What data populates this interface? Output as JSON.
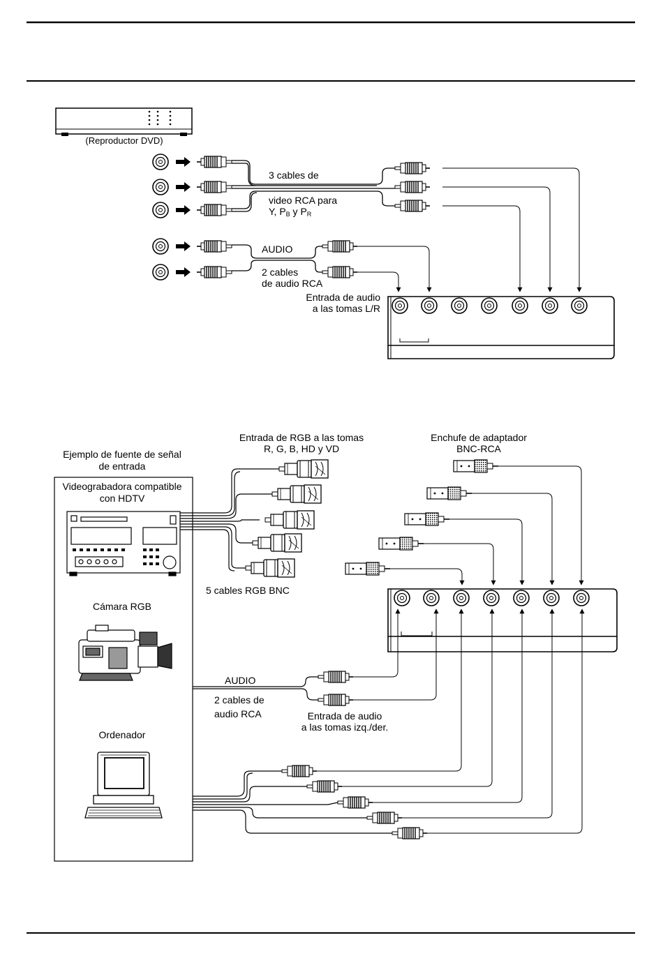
{
  "dvd_section": {
    "device_label": "(Reproductor DVD)",
    "video_cables_line1": "3 cables de",
    "video_cables_line2": "video RCA para",
    "video_cables_line3_y": "Y, P",
    "sub_b": "B",
    "mid_y": " y P",
    "sub_r": "R",
    "audio_label": "AUDIO",
    "audio_cables_line1": "2 cables",
    "audio_cables_line2": "de audio RCA",
    "audio_input_line1": "Entrada de audio",
    "audio_input_line2": "a las tomas L/R"
  },
  "rgb_section": {
    "rgb_input_line1": "Entrada de RGB a las tomas",
    "rgb_input_line2": "R, G, B, HD y VD",
    "adapter_line1": "Enchufe de adaptador",
    "adapter_line2": "BNC-RCA",
    "source_example_line1": "Ejemplo de fuente de señal",
    "source_example_line2": "de entrada",
    "vcr_line1": "Videograbadora compatible",
    "vcr_line2": "con HDTV",
    "bnc_cables": "5 cables RGB BNC",
    "camera_label": "Cámara RGB",
    "audio_label": "AUDIO",
    "audio_cables_line1": "2 cables de",
    "audio_cables_line2": "audio RCA",
    "audio_input_line1": "Entrada de audio",
    "audio_input_line2": "a las tomas izq./der.",
    "computer_label": "Ordenador"
  }
}
